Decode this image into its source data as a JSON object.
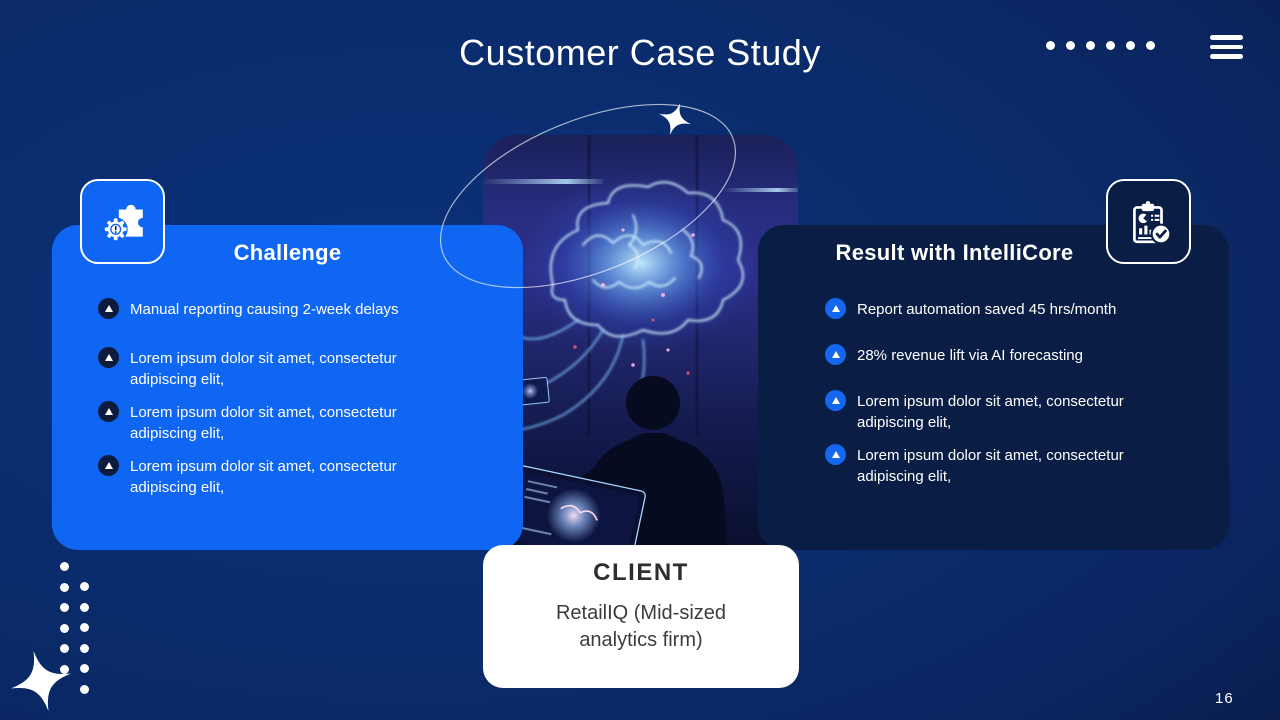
{
  "slide": {
    "title": "Customer Case Study",
    "page_number": "16"
  },
  "header": {
    "menu_icon": "hamburger-menu",
    "ornament_dots": 6
  },
  "challenge_panel": {
    "title": "Challenge",
    "icon": "puzzle-gear",
    "bullets": [
      "Manual reporting causing 2-week delays",
      "Lorem ipsum dolor sit amet, consectetur adipiscing elit,",
      "Lorem ipsum dolor sit amet, consectetur adipiscing elit,",
      "Lorem ipsum dolor sit amet, consectetur adipiscing elit,"
    ]
  },
  "result_panel": {
    "title": "Result with IntelliCore",
    "icon": "report-checklist",
    "bullets": [
      "Report automation saved 45 hrs/month",
      "28% revenue lift via AI forecasting",
      "Lorem ipsum dolor sit amet, consectetur adipiscing elit,",
      "Lorem ipsum dolor sit amet, consectetur adipiscing elit,"
    ]
  },
  "client_card": {
    "label": "CLIENT",
    "name": "RetailIQ (Mid-sized analytics firm)"
  },
  "image": {
    "description": "silhouetted analyst with tablet viewing glowing holographic AI brain"
  },
  "colors": {
    "accent_blue": "#0e66f2",
    "panel_dark": "#0a1d44",
    "background_light": "#0b3179",
    "background_deep": "#081735",
    "card_white": "#ffffff",
    "bullet_dark": "#0d1b3c"
  }
}
